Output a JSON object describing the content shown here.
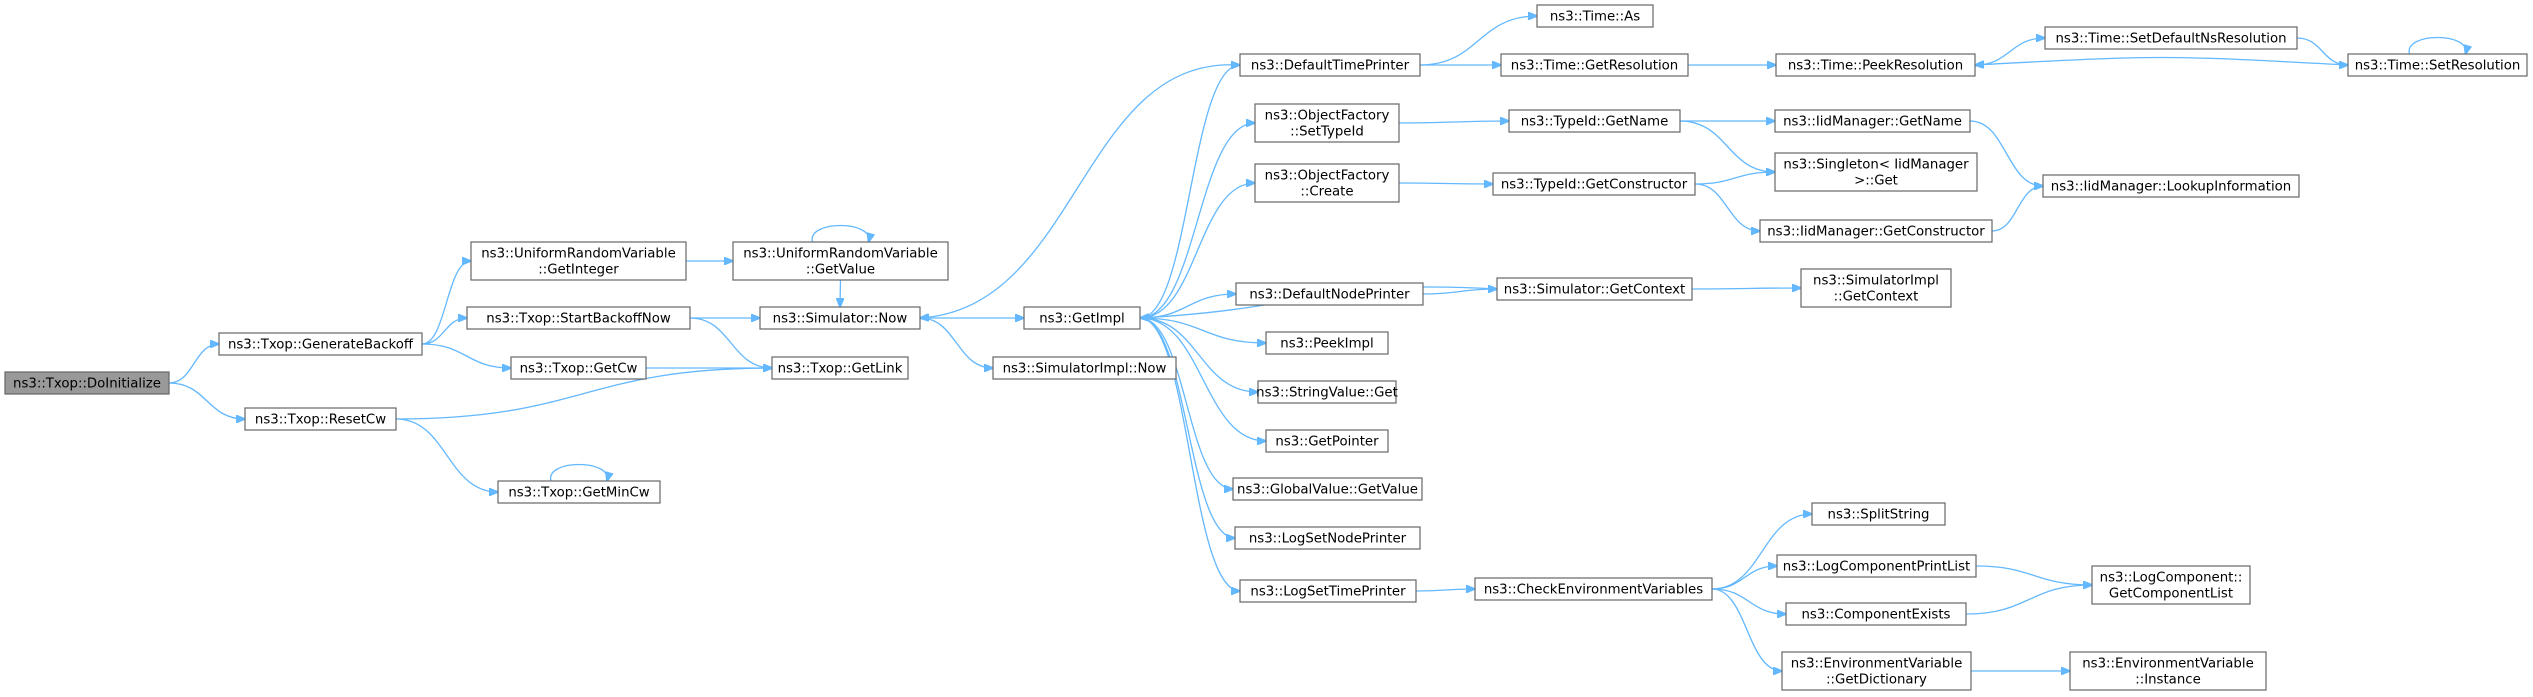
{
  "diagram": {
    "edge_color": "#63b8ff",
    "node_border_color": "#666666",
    "root_fill_color": "#999999",
    "nodes": [
      {
        "id": "doinit",
        "lines": [
          "ns3::Txop::DoInitialize"
        ],
        "root": true
      },
      {
        "id": "genbackoff",
        "lines": [
          "ns3::Txop::GenerateBackoff"
        ]
      },
      {
        "id": "resetcw",
        "lines": [
          "ns3::Txop::ResetCw"
        ]
      },
      {
        "id": "urvgetint",
        "lines": [
          "ns3::UniformRandomVariable",
          "::GetInteger"
        ]
      },
      {
        "id": "startbackoff",
        "lines": [
          "ns3::Txop::StartBackoffNow"
        ]
      },
      {
        "id": "getcw",
        "lines": [
          "ns3::Txop::GetCw"
        ]
      },
      {
        "id": "getlink",
        "lines": [
          "ns3::Txop::GetLink"
        ]
      },
      {
        "id": "getmincw",
        "lines": [
          "ns3::Txop::GetMinCw"
        ]
      },
      {
        "id": "urvgetval",
        "lines": [
          "ns3::UniformRandomVariable",
          "::GetValue"
        ]
      },
      {
        "id": "simnow",
        "lines": [
          "ns3::Simulator::Now"
        ]
      },
      {
        "id": "getimpl",
        "lines": [
          "ns3::GetImpl"
        ]
      },
      {
        "id": "simimplnow",
        "lines": [
          "ns3::SimulatorImpl::Now"
        ]
      },
      {
        "id": "deftimeprinter",
        "lines": [
          "ns3::DefaultTimePrinter"
        ]
      },
      {
        "id": "ofsettypeid",
        "lines": [
          "ns3::ObjectFactory",
          "::SetTypeId"
        ]
      },
      {
        "id": "ofcreate",
        "lines": [
          "ns3::ObjectFactory",
          "::Create"
        ]
      },
      {
        "id": "defnodeprinter",
        "lines": [
          "ns3::DefaultNodePrinter"
        ]
      },
      {
        "id": "peekimpl",
        "lines": [
          "ns3::PeekImpl"
        ]
      },
      {
        "id": "stringvalueget",
        "lines": [
          "ns3::StringValue::Get"
        ]
      },
      {
        "id": "getpointer",
        "lines": [
          "ns3::GetPointer"
        ]
      },
      {
        "id": "globalvalue",
        "lines": [
          "ns3::GlobalValue::GetValue"
        ]
      },
      {
        "id": "logsetnode",
        "lines": [
          "ns3::LogSetNodePrinter"
        ]
      },
      {
        "id": "logsettime",
        "lines": [
          "ns3::LogSetTimePrinter"
        ]
      },
      {
        "id": "timeas",
        "lines": [
          "ns3::Time::As"
        ]
      },
      {
        "id": "timegetres",
        "lines": [
          "ns3::Time::GetResolution"
        ]
      },
      {
        "id": "typeidgetname",
        "lines": [
          "ns3::TypeId::GetName"
        ]
      },
      {
        "id": "typeidgetctor",
        "lines": [
          "ns3::TypeId::GetConstructor"
        ]
      },
      {
        "id": "simgetctx",
        "lines": [
          "ns3::Simulator::GetContext"
        ]
      },
      {
        "id": "checkenv",
        "lines": [
          "ns3::CheckEnvironmentVariables"
        ]
      },
      {
        "id": "timepeekres",
        "lines": [
          "ns3::Time::PeekResolution"
        ]
      },
      {
        "id": "iidgetname",
        "lines": [
          "ns3::IidManager::GetName"
        ]
      },
      {
        "id": "singleton",
        "lines": [
          "ns3::Singleton< IidManager",
          " >::Get"
        ]
      },
      {
        "id": "iidgetctor",
        "lines": [
          "ns3::IidManager::GetConstructor"
        ]
      },
      {
        "id": "simimplgetctx",
        "lines": [
          "ns3::SimulatorImpl",
          "::GetContext"
        ]
      },
      {
        "id": "splitstring",
        "lines": [
          "ns3::SplitString"
        ]
      },
      {
        "id": "logcompprint",
        "lines": [
          "ns3::LogComponentPrintList"
        ]
      },
      {
        "id": "compexists",
        "lines": [
          "ns3::ComponentExists"
        ]
      },
      {
        "id": "envgetdict",
        "lines": [
          "ns3::EnvironmentVariable",
          "::GetDictionary"
        ]
      },
      {
        "id": "timesetdefns",
        "lines": [
          "ns3::Time::SetDefaultNsResolution"
        ]
      },
      {
        "id": "iidlookup",
        "lines": [
          "ns3::IidManager::LookupInformation"
        ]
      },
      {
        "id": "logcompgetlist",
        "lines": [
          "ns3::LogComponent::",
          "GetComponentList"
        ]
      },
      {
        "id": "envinstance",
        "lines": [
          "ns3::EnvironmentVariable",
          "::Instance"
        ]
      },
      {
        "id": "timesetres",
        "lines": [
          "ns3::Time::SetResolution"
        ]
      }
    ],
    "edges": [
      [
        "doinit",
        "genbackoff"
      ],
      [
        "doinit",
        "resetcw"
      ],
      [
        "genbackoff",
        "urvgetint"
      ],
      [
        "genbackoff",
        "startbackoff"
      ],
      [
        "genbackoff",
        "getcw"
      ],
      [
        "resetcw",
        "getlink"
      ],
      [
        "resetcw",
        "getmincw"
      ],
      [
        "getmincw",
        "getmincw"
      ],
      [
        "urvgetint",
        "urvgetval"
      ],
      [
        "urvgetval",
        "urvgetval"
      ],
      [
        "urvgetval",
        "simnow"
      ],
      [
        "startbackoff",
        "simnow"
      ],
      [
        "startbackoff",
        "getlink"
      ],
      [
        "getcw",
        "getlink"
      ],
      [
        "simnow",
        "getimpl"
      ],
      [
        "simnow",
        "simimplnow"
      ],
      [
        "getimpl",
        "deftimeprinter"
      ],
      [
        "getimpl",
        "ofsettypeid"
      ],
      [
        "getimpl",
        "ofcreate"
      ],
      [
        "getimpl",
        "defnodeprinter"
      ],
      [
        "getimpl",
        "peekimpl"
      ],
      [
        "getimpl",
        "stringvalueget"
      ],
      [
        "getimpl",
        "getpointer"
      ],
      [
        "getimpl",
        "globalvalue"
      ],
      [
        "getimpl",
        "logsetnode"
      ],
      [
        "getimpl",
        "logsettime"
      ],
      [
        "deftimeprinter",
        "timeas"
      ],
      [
        "deftimeprinter",
        "timegetres"
      ],
      [
        "deftimeprinter",
        "simnow"
      ],
      [
        "ofsettypeid",
        "typeidgetname"
      ],
      [
        "ofcreate",
        "typeidgetctor"
      ],
      [
        "defnodeprinter",
        "simgetctx"
      ],
      [
        "simgetctx",
        "getimpl"
      ],
      [
        "simgetctx",
        "simimplgetctx"
      ],
      [
        "logsettime",
        "checkenv"
      ],
      [
        "timegetres",
        "timepeekres"
      ],
      [
        "typeidgetname",
        "iidgetname"
      ],
      [
        "typeidgetname",
        "singleton"
      ],
      [
        "typeidgetctor",
        "singleton"
      ],
      [
        "typeidgetctor",
        "iidgetctor"
      ],
      [
        "iidgetname",
        "iidlookup"
      ],
      [
        "iidgetctor",
        "iidlookup"
      ],
      [
        "checkenv",
        "splitstring"
      ],
      [
        "checkenv",
        "logcompprint"
      ],
      [
        "checkenv",
        "compexists"
      ],
      [
        "checkenv",
        "envgetdict"
      ],
      [
        "logcompprint",
        "logcompgetlist"
      ],
      [
        "compexists",
        "logcompgetlist"
      ],
      [
        "envgetdict",
        "envinstance"
      ],
      [
        "timepeekres",
        "timesetdefns"
      ],
      [
        "timesetdefns",
        "timesetres"
      ],
      [
        "timesetres",
        "timepeekres"
      ],
      [
        "timesetres",
        "timesetres"
      ]
    ]
  }
}
